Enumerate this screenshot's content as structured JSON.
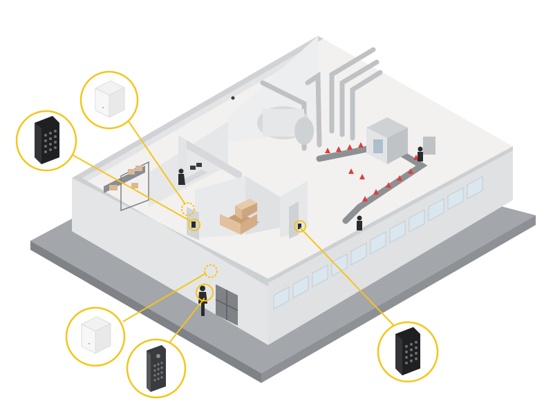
{
  "colors": {
    "background": "#ffffff",
    "ground": "#9c9fa3",
    "ground_dark": "#7b7e82",
    "floor": "#f3f2f1",
    "wall_light": "#e9eaeb",
    "wall_mid": "#d7d9db",
    "wall_dark": "#c2c5c8",
    "window": "#dce8f0",
    "highlight_ring": "#f5c518",
    "device_dark": "#2a2b2d",
    "device_white": "#f6f6f6",
    "pipe": "#bfc2c5",
    "box": "#d8b896",
    "cone": "#e23b3b"
  },
  "callouts": [
    {
      "device": "network-door-controller",
      "icon": "white-box-controller-icon"
    },
    {
      "device": "keypad-card-reader",
      "icon": "keypad-reader-icon"
    },
    {
      "device": "network-door-controller",
      "icon": "white-box-controller-icon"
    },
    {
      "device": "intercom-reader",
      "icon": "intercom-icon"
    },
    {
      "device": "keypad-card-reader",
      "icon": "keypad-reader-icon"
    }
  ]
}
